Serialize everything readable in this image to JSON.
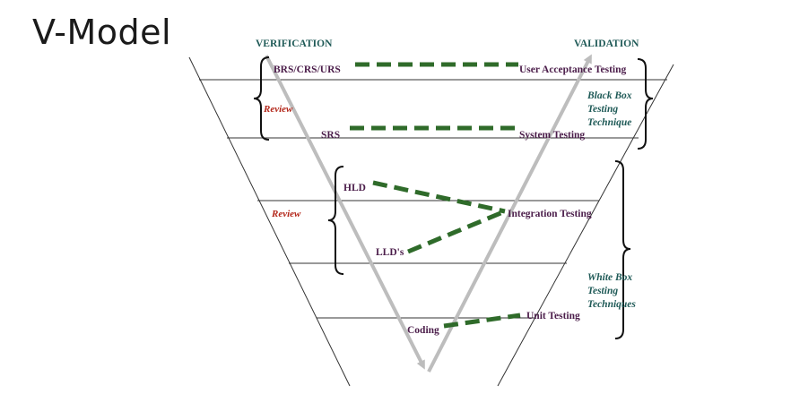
{
  "slide": {
    "title": "V-Model"
  },
  "headers": {
    "verification": "VERIFICATION",
    "validation": "VALIDATION"
  },
  "left_phases": {
    "requirements": "BRS/CRS/URS",
    "srs": "SRS",
    "hld": "HLD",
    "lld": "LLD's",
    "coding": "Coding"
  },
  "right_phases": {
    "uat": "User Acceptance Testing",
    "system": "System Testing",
    "integration": "Integration Testing",
    "unit": "Unit Testing"
  },
  "annotations": {
    "review_top": "Review",
    "review_mid": "Review",
    "black_box": [
      "Black Box",
      "Testing",
      "Technique"
    ],
    "white_box": [
      "White Box",
      "Testing",
      "Techniques"
    ]
  },
  "colors": {
    "dash": "#2f6b2a",
    "arrow": "#bdbdbd",
    "teal": "#1f5a57",
    "purple": "#4b1d4a",
    "red": "#b3271a"
  }
}
